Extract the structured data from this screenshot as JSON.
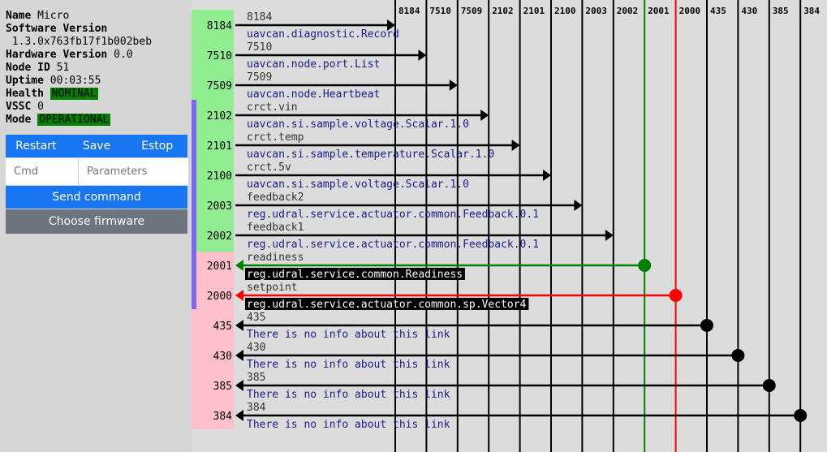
{
  "node": {
    "name_label": "Name",
    "name": "Micro",
    "sw_label": "Software Version",
    "sw_version": "1.3.0x763fb17f1b002beb",
    "hw_label": "Hardware Version",
    "hw_version": "0.0",
    "id_label": "Node ID",
    "node_id": "51",
    "uptime_label": "Uptime",
    "uptime": "00:03:55",
    "health_label": "Health",
    "health": "NOMINAL",
    "vssc_label": "VSSC",
    "vssc": "0",
    "mode_label": "Mode",
    "mode": "OPERATIONAL"
  },
  "controls": {
    "restart": "Restart",
    "save": "Save",
    "estop": "Estop",
    "cmd_placeholder": "Cmd",
    "params_placeholder": "Parameters",
    "send": "Send command",
    "firmware": "Choose firmware"
  },
  "colors": {
    "publish": "#90ee90",
    "subscribe": "#ffc0cb",
    "service_bar": "#7b68ee",
    "readiness": "#008000",
    "setpoint": "#ff0000",
    "default": "#000000"
  },
  "columns": [
    "8184",
    "7510",
    "7509",
    "2102",
    "2101",
    "2100",
    "2003",
    "2002",
    "2001",
    "2000",
    "435",
    "430",
    "385",
    "384"
  ],
  "ports": [
    {
      "port": "8184",
      "dir": "pub",
      "topic": "8184",
      "type": "uavcan.diagnostic.Record",
      "style": "normal"
    },
    {
      "port": "7510",
      "dir": "pub",
      "topic": "7510",
      "type": "uavcan.node.port.List",
      "style": "normal"
    },
    {
      "port": "7509",
      "dir": "pub",
      "topic": "7509",
      "type": "uavcan.node.Heartbeat",
      "style": "normal"
    },
    {
      "port": "2102",
      "dir": "pub",
      "topic": "crct.vin",
      "type": "uavcan.si.sample.voltage.Scalar.1.0",
      "style": "normal"
    },
    {
      "port": "2101",
      "dir": "pub",
      "topic": "crct.temp",
      "type": "uavcan.si.sample.temperature.Scalar.1.0",
      "style": "normal"
    },
    {
      "port": "2100",
      "dir": "pub",
      "topic": "crct.5v",
      "type": "uavcan.si.sample.voltage.Scalar.1.0",
      "style": "normal"
    },
    {
      "port": "2003",
      "dir": "pub",
      "topic": "feedback2",
      "type": "reg.udral.service.actuator.common.Feedback.0.1",
      "style": "normal"
    },
    {
      "port": "2002",
      "dir": "pub",
      "topic": "feedback1",
      "type": "reg.udral.service.actuator.common.Feedback.0.1",
      "style": "normal"
    },
    {
      "port": "2001",
      "dir": "sub",
      "topic": "readiness",
      "type": "reg.udral.service.common.Readiness",
      "style": "highlight",
      "color": "#008000"
    },
    {
      "port": "2000",
      "dir": "sub",
      "topic": "setpoint",
      "type": "reg.udral.service.actuator.common.sp.Vector4",
      "style": "highlight",
      "color": "#ff0000"
    },
    {
      "port": "435",
      "dir": "sub",
      "topic": "435",
      "type": "There is no info about this link",
      "style": "normal"
    },
    {
      "port": "430",
      "dir": "sub",
      "topic": "430",
      "type": "There is no info about this link",
      "style": "normal"
    },
    {
      "port": "385",
      "dir": "sub",
      "topic": "385",
      "type": "There is no info about this link",
      "style": "normal"
    },
    {
      "port": "384",
      "dir": "sub",
      "topic": "384",
      "type": "There is no info about this link",
      "style": "normal"
    }
  ]
}
